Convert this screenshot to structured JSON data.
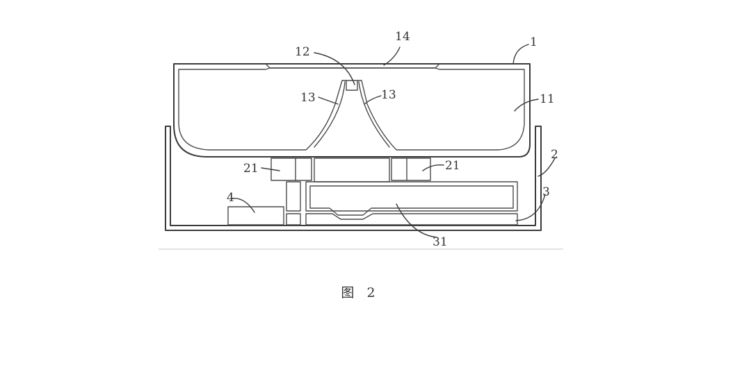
{
  "labels": {
    "l14": "14",
    "l12": "12",
    "l1": "1",
    "l13_left": "13",
    "l13_right": "13",
    "l11": "11",
    "l21_left": "21",
    "l21_right": "21",
    "l2": "2",
    "l4": "4",
    "l3": "3",
    "l31": "31"
  },
  "caption": "图 2"
}
